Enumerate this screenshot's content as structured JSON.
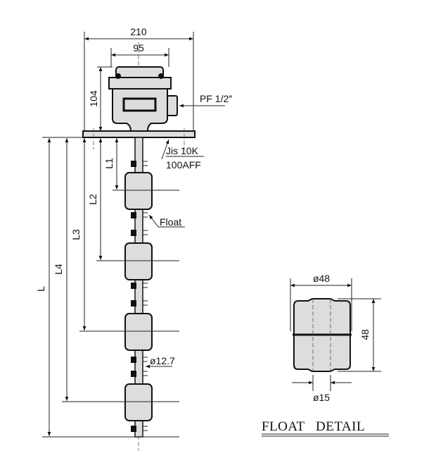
{
  "dimensions": {
    "width_total": "210",
    "width_housing": "95",
    "height_housing": "104",
    "conduit": "PF 1/2″",
    "flange_line1": "Jis 10K",
    "flange_line2": "100AFF",
    "float_label": "Float",
    "rod_diameter": "ø12.7",
    "L": "L",
    "L1": "L1",
    "L2": "L2",
    "L3": "L3",
    "L4": "L4"
  },
  "float_detail": {
    "title": "FLOAT   DETAIL",
    "outer_diameter": "ø48",
    "height": "48",
    "inner_diameter": "ø15"
  }
}
